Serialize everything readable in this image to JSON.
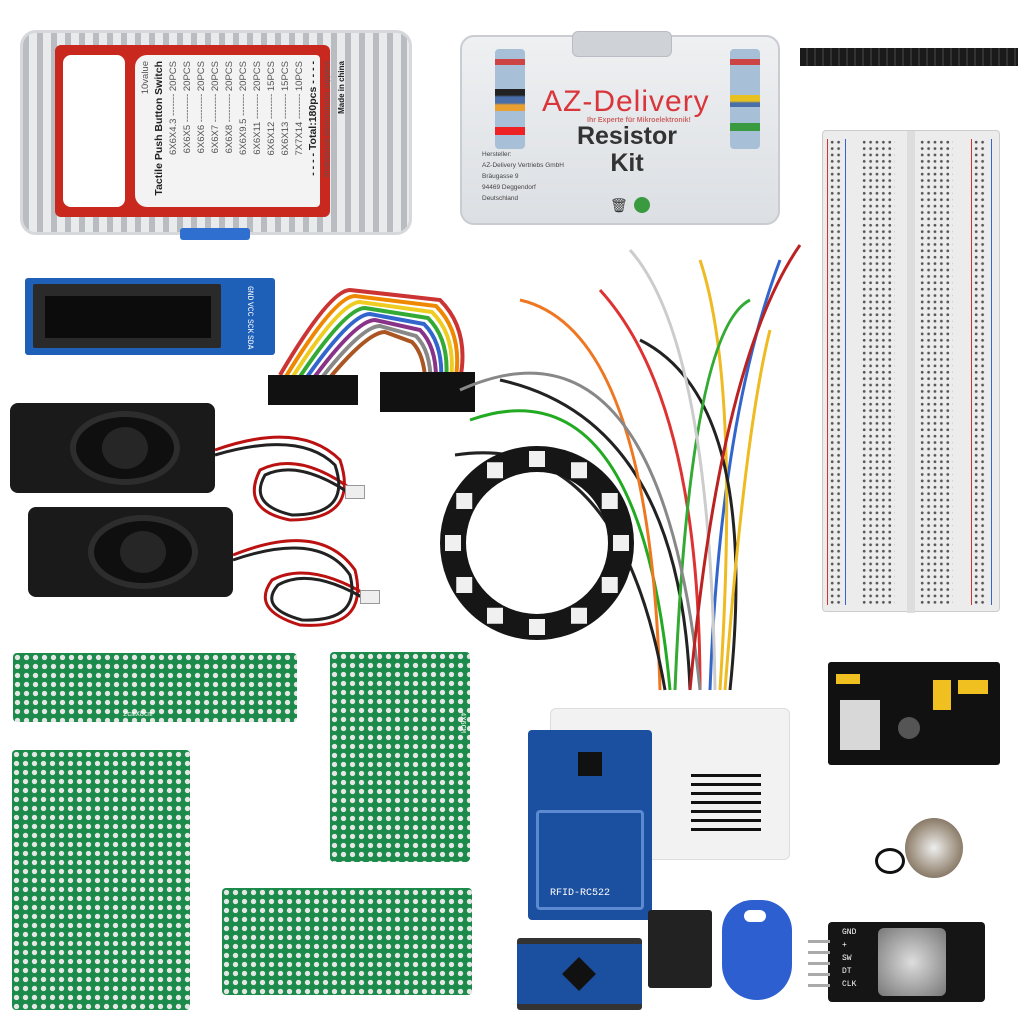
{
  "push_button_box": {
    "count": "10value",
    "title": "Tactile Push Button Switch",
    "items": [
      "6X6X4.3 ------- 20PCS",
      "6X6X5 --------- 20PCS",
      "6X6X6 --------- 20PCS",
      "6X6X7 --------- 20PCS",
      "6X6X8 --------- 20PCS",
      "6X6X9.5 ------- 20PCS",
      "6X6X11 -------- 20PCS",
      "6X6X12 -------- 15PCS",
      "6X6X13 -------- 15PCS",
      "7X7X14 -------- 10PCS"
    ],
    "total": "- - - - Total:180pcs - - - -",
    "supplier": "Professional semiconductor suppliers",
    "made": "Made in china"
  },
  "resistor_kit": {
    "brand": "AZ-Delivery",
    "tagline": "Ihr Experte für Mikroelektronik!",
    "title_line1": "Resistor",
    "title_line2": "Kit",
    "address": [
      "Hersteller:",
      "AZ-Delivery Vertriebs GmbH",
      "Bräugasse 9",
      "94469 Deggendorf",
      "Deutschland"
    ]
  },
  "oled": {
    "pins": [
      "GND",
      "VCC",
      "SCK",
      "SDA"
    ]
  },
  "pcb": {
    "small": "2cmX8cm",
    "medium": "4X6CM"
  },
  "rfid": {
    "label": "RFID-RC522"
  },
  "encoder": {
    "pins": [
      "GND",
      "+",
      "SW",
      "DT",
      "CLK"
    ]
  },
  "colors": {
    "red_label": "#c8281e",
    "brand_red": "#d9353a",
    "pcb_green": "#1c8a4a",
    "module_blue": "#1b4fa0"
  }
}
